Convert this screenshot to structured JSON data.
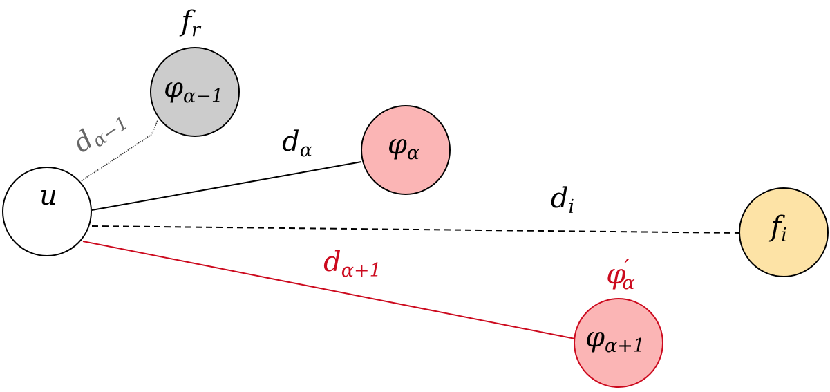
{
  "nodes": {
    "u": {
      "main": "u",
      "sub": "",
      "prime": "",
      "fill": "#ffffff",
      "stroke": "#000000",
      "text_color": "#000000"
    },
    "phi_prev": {
      "main": "φ",
      "sub": "α−1",
      "prime": "",
      "fill": "#cccccc",
      "stroke": "#000000",
      "text_color": "#000000"
    },
    "phi_alpha": {
      "main": "φ",
      "sub": "α",
      "prime": "",
      "fill": "#fbb5b5",
      "stroke": "#000000",
      "text_color": "#000000"
    },
    "f_i": {
      "main": "f",
      "sub": "i",
      "prime": "",
      "fill": "#fde3a6",
      "stroke": "#000000",
      "text_color": "#000000"
    },
    "phi_next": {
      "main": "φ",
      "sub": "α+1",
      "prime": "",
      "fill": "#fbb5b5",
      "stroke": "#cc0a1e",
      "text_color": "#000000"
    }
  },
  "node_labels": {
    "f_r": {
      "main": "f",
      "sub": "r",
      "prime": "",
      "color": "#000000"
    },
    "phi_prime": {
      "main": "φ",
      "sub": "α",
      "prime": "′",
      "color": "#cc0a1e"
    }
  },
  "edges": {
    "d_prev": {
      "main": "d",
      "sub": "α−1",
      "style": "wavy",
      "color": "#333333",
      "label_color": "#666666"
    },
    "d_alpha": {
      "main": "d",
      "sub": "α",
      "style": "solid",
      "color": "#000000",
      "label_color": "#000000"
    },
    "d_i": {
      "main": "d",
      "sub": "i",
      "style": "dashed",
      "color": "#000000",
      "label_color": "#000000"
    },
    "d_next": {
      "main": "d",
      "sub": "α+1",
      "style": "solid",
      "color": "#cc0a1e",
      "label_color": "#cc0a1e"
    }
  }
}
